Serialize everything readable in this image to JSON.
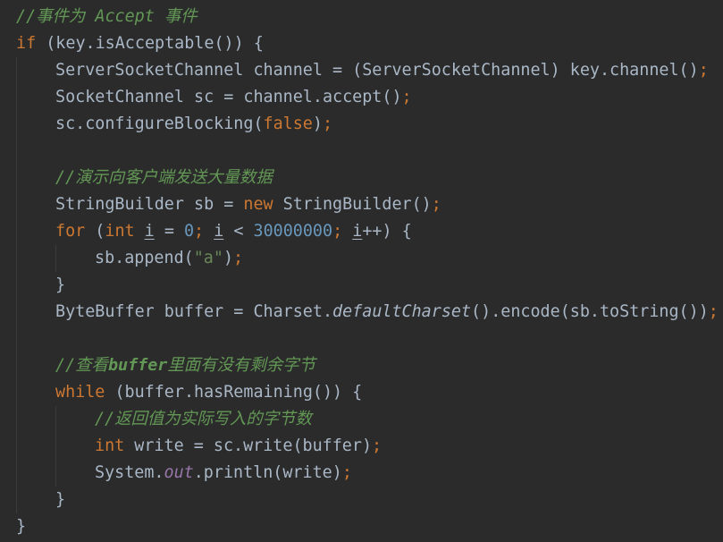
{
  "code": {
    "line1": "//事件为 Accept 事件",
    "line2_kw": "if",
    "line2_rest": " (key.isAcceptable()) {",
    "line3_a": "ServerSocketChannel channel = (ServerSocketChannel) key.channel()",
    "line3_semi": ";",
    "line4_a": "SocketChannel sc = channel.accept()",
    "line4_semi": ";",
    "line5_a": "sc.configureBlocking(",
    "line5_kw": "false",
    "line5_b": ")",
    "line5_semi": ";",
    "line7": "//演示向客户端发送大量数据",
    "line8_a": "StringBuilder sb = ",
    "line8_kw": "new",
    "line8_b": " StringBuilder()",
    "line8_semi": ";",
    "line9_for": "for",
    "line9_p1": " (",
    "line9_int": "int",
    "line9_sp": " ",
    "line9_i1": "i",
    "line9_eq": " = ",
    "line9_zero": "0",
    "line9_s1": ";",
    "line9_sp2": " ",
    "line9_i2": "i",
    "line9_lt": " < ",
    "line9_num": "30000000",
    "line9_s2": ";",
    "line9_sp3": " ",
    "line9_i3": "i",
    "line9_end": "++) {",
    "line10_a": "sb.append(",
    "line10_str": "\"a\"",
    "line10_b": ")",
    "line10_semi": ";",
    "line11": "}",
    "line12_a": "ByteBuffer buffer = Charset.",
    "line12_it": "defaultCharset",
    "line12_b": "().encode(sb.toString())",
    "line12_semi": ";",
    "line14_slash": "//查看",
    "line14_buf": "buffer",
    "line14_rest": "里面有没有剩余字节",
    "line15_kw": "while",
    "line15_rest": " (buffer.hasRemaining()) {",
    "line16": "//返回值为实际写入的字节数",
    "line17_int": "int",
    "line17_rest": " write = sc.write(buffer)",
    "line17_semi": ";",
    "line18_a": "System.",
    "line18_field": "out",
    "line18_b": ".println(write)",
    "line18_semi": ";",
    "line19": "}",
    "line20": "}"
  }
}
